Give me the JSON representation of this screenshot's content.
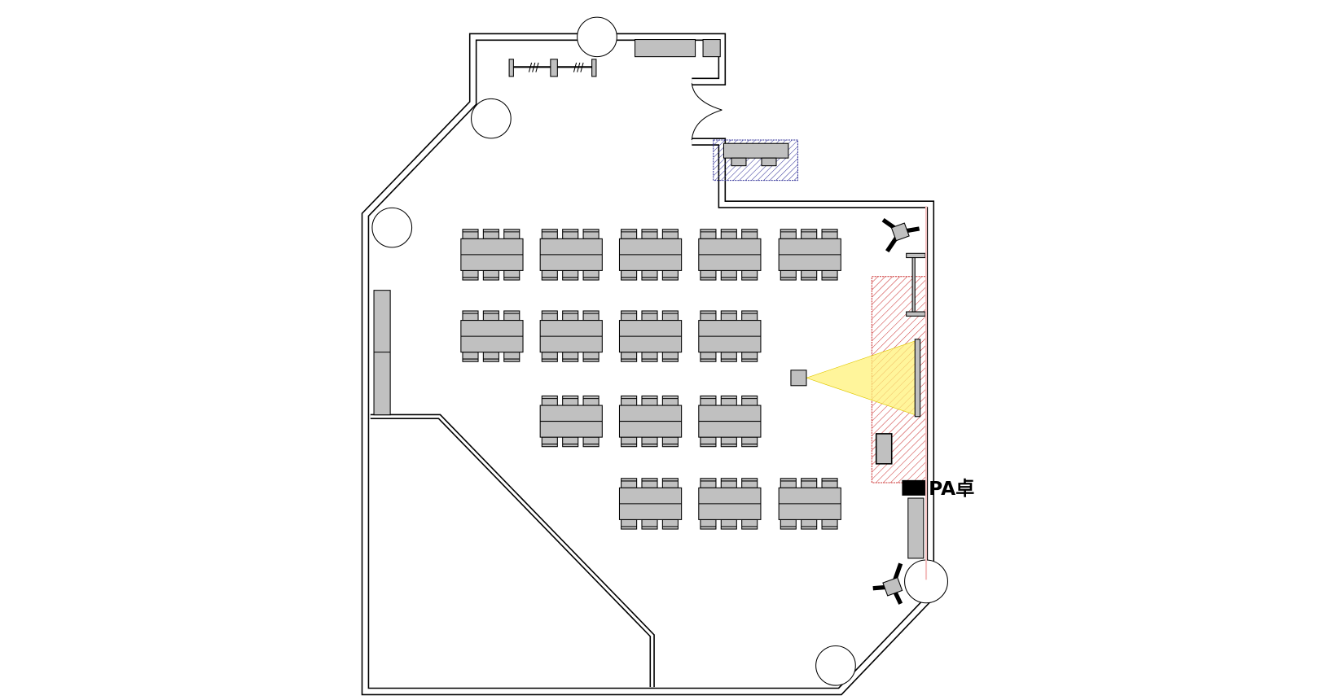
{
  "floor_plan": {
    "pa_desk_label": "PA卓",
    "colors": {
      "furniture": "#c0c0c0",
      "stage_hatch": "#cc3333",
      "reception_hatch": "#333399",
      "projection": "#fff27a",
      "pa_desk": "#000000"
    },
    "table_layout": [
      [
        1,
        1,
        1,
        1,
        1
      ],
      [
        1,
        1,
        1,
        1,
        0
      ],
      [
        0,
        1,
        1,
        1,
        0
      ],
      [
        0,
        0,
        1,
        1,
        1
      ]
    ]
  }
}
